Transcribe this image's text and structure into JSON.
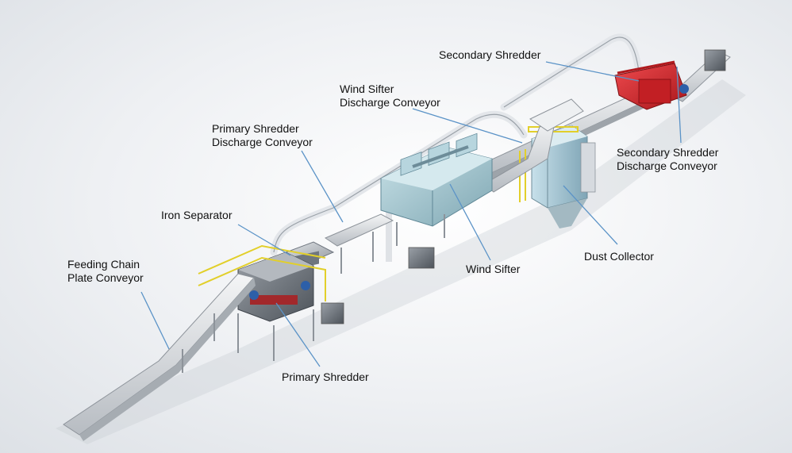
{
  "labels": {
    "secondary_shredder": "Secondary Shredder",
    "wind_sifter_discharge": {
      "line1": "Wind Sifter",
      "line2": "Discharge Conveyor"
    },
    "primary_shredder_discharge": {
      "line1": "Primary Shredder",
      "line2": "Discharge Conveyor"
    },
    "secondary_shredder_discharge": {
      "line1": "Secondary Shredder",
      "line2": "Discharge Conveyor"
    },
    "iron_separator": "Iron Separator",
    "feeding_chain": {
      "line1": "Feeding Chain",
      "line2": "Plate Conveyor"
    },
    "wind_sifter": "Wind Sifter",
    "dust_collector": "Dust Collector",
    "primary_shredder": "Primary Shredder"
  },
  "colors": {
    "leader_line": "#5b93c7",
    "machine_gray": "#b9bec4",
    "sifter_blue": "#9fc4cf",
    "shredder_red": "#d3262b",
    "railing_yellow": "#e2cf2a",
    "motor_blue": "#2d5fa8"
  }
}
